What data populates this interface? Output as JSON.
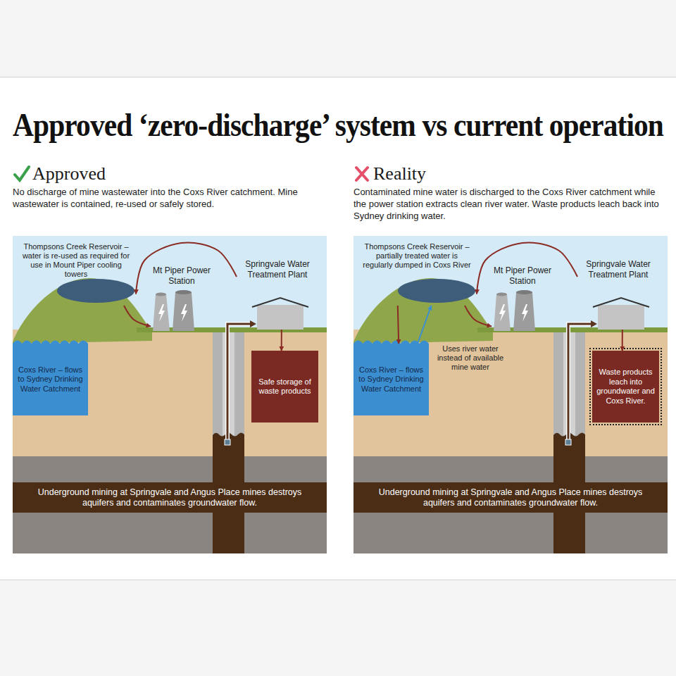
{
  "diagram": {
    "title": "Approved ‘zero-discharge’ system vs current operation",
    "nodes": [
      {
        "text": [
          "Approved",
          "No discharge of mine wastewater into the Coxs River catchment. Mine wastewater is contained, re-used or safely stored."
        ]
      },
      {
        "text": [
          "Thompsons Creek Reservoir – water is re-used as required for use in Mount Piper cooling towers"
        ],
        "in": 0
      },
      {
        "text": [
          "Mt Piper Power Station"
        ],
        "in": 0
      },
      {
        "text": [
          "Springvale Water Treatment Plant"
        ],
        "in": 0
      },
      {
        "text": [
          "Coxs River – flows to Sydney Drinking Water Catchment"
        ],
        "in": 0
      },
      {
        "text": [
          "Safe storage of waste products"
        ],
        "in": 0
      },
      {
        "text": [
          "Underground mining at Springvale and Angus Place mines destroys aquifers and contaminates groundwater flow."
        ],
        "in": 0
      },
      {
        "text": [
          "Reality",
          "Contaminated mine water is discharged to the Coxs River catchment while the power station extracts clean river water. Waste products leach back into Sydney drinking water."
        ]
      },
      {
        "text": [
          "Thompsons Creek Reservoir – partially treated water is regularly dumped in Coxs River"
        ],
        "in": 7
      },
      {
        "text": [
          "Mt Piper Power Station"
        ],
        "in": 7
      },
      {
        "text": [
          "Springvale Water Treatment Plant"
        ],
        "in": 7
      },
      {
        "text": [
          "Coxs River – flows to Sydney Drinking Water Catchment"
        ],
        "in": 7
      },
      {
        "text": [
          "Waste products leach into groundwater and Coxs River."
        ],
        "in": 7
      },
      {
        "text": [
          "Underground mining at Springvale and Angus Place mines destroys aquifers and contaminates groundwater flow."
        ],
        "in": 7
      }
    ],
    "edges": [
      {
        "from": 3,
        "to": 1,
        "arrow": "to"
      },
      {
        "from": 1,
        "to": 2,
        "arrow": "to"
      },
      {
        "from": 3,
        "to": 5,
        "arrow": "to"
      },
      {
        "from": 10,
        "to": 8,
        "arrow": "to"
      },
      {
        "from": 8,
        "to": 9,
        "arrow": "to"
      },
      {
        "from": 10,
        "to": 12,
        "arrow": "to"
      },
      {
        "from": 8,
        "to": 11,
        "arrow": "to"
      },
      {
        "from": 11,
        "to": 8,
        "arrow": "to"
      }
    ],
    "labels": [
      "Uses river water instead of available mine water"
    ]
  }
}
